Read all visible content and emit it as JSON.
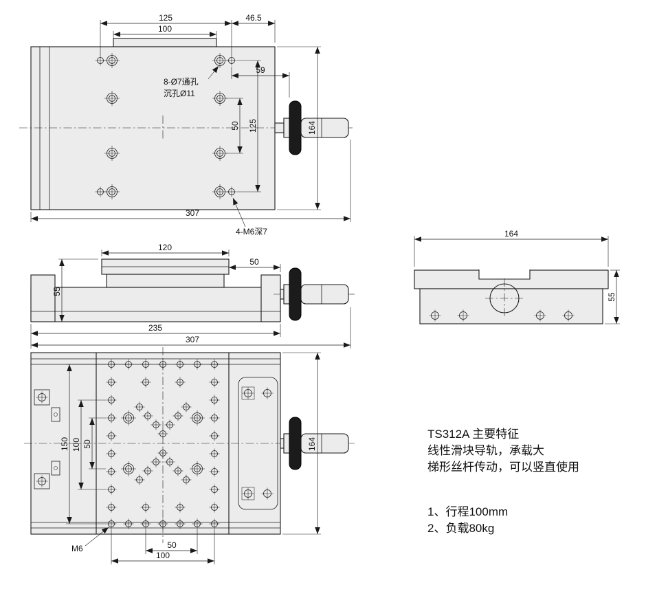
{
  "drawing": {
    "colors": {
      "line": "#1a1a1a",
      "body_fill": "#ececec",
      "knob_fill": "#1b1b1b",
      "background": "#ffffff"
    }
  },
  "top_view": {
    "dim_platform_span": "125",
    "dim_hole_span_h": "100",
    "dim_offset_right": "46.5",
    "dim_handle_offset": "59",
    "dim_hole_span_v": "125",
    "dim_hole_pitch_v": "50",
    "dim_depth": "164",
    "dim_overall_length": "307",
    "callout_through_holes_line1": "8-Ø7通孔",
    "callout_through_holes_line2": "沉孔Ø11",
    "callout_tapped_holes": "4-M6深7"
  },
  "front_view": {
    "dim_platform_length": "120",
    "dim_handle_section": "50",
    "dim_height": "55",
    "dim_body_length": "235",
    "dim_overall_length": "307"
  },
  "side_view": {
    "dim_width": "164",
    "dim_height": "55"
  },
  "bottom_view": {
    "dim_row_span_150": "150",
    "dim_row_span_100": "100",
    "dim_row_span_50": "50",
    "dim_depth": "164",
    "dim_col_span_50": "50",
    "dim_col_span_100": "100",
    "callout_thread": "M6"
  },
  "description": {
    "title": "TS312A 主要特征",
    "feature_line1": "线性滑块导轨，承载大",
    "feature_line2": "梯形丝杆传动，可以竖直使用",
    "spec_line1": "1、行程100mm",
    "spec_line2": "2、负载80kg"
  }
}
